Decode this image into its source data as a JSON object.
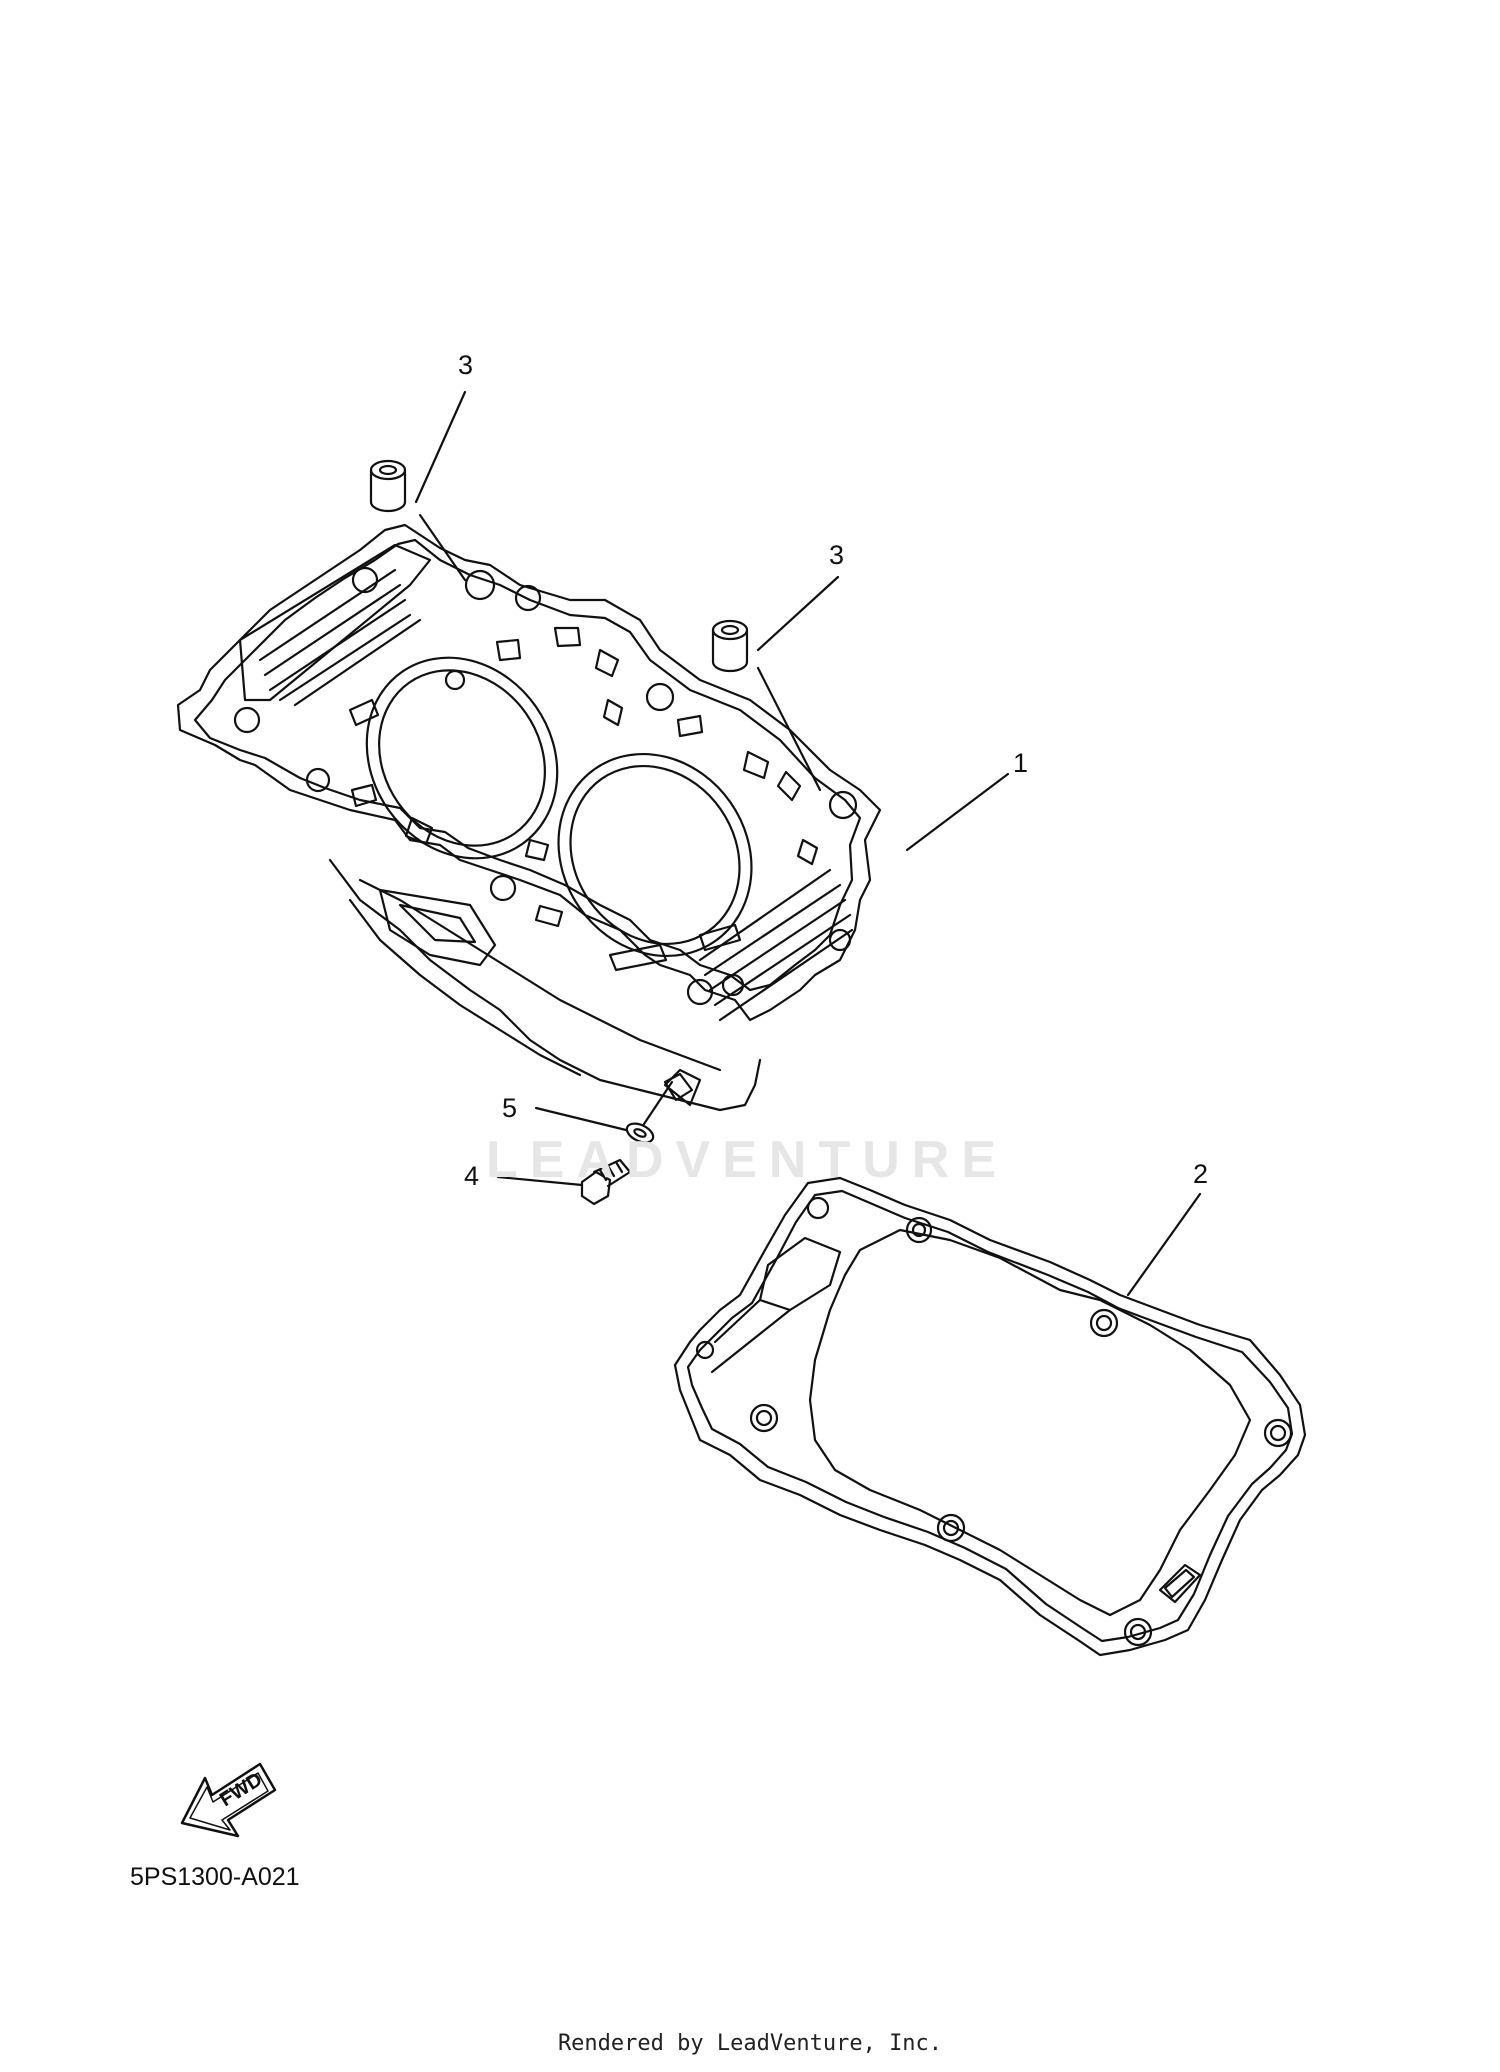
{
  "callouts": {
    "cylinder": "1",
    "gasket": "2",
    "dowel_left": "3",
    "dowel_right": "3",
    "bolt": "4",
    "washer": "5"
  },
  "watermark": "LEADVENTURE",
  "fwd_label": "FWD",
  "drawing_code": "5PS1300-A021",
  "footer": "Rendered by LeadVenture, Inc.",
  "colors": {
    "line": "#111111",
    "watermark": "#e6e6e6"
  },
  "icons": {
    "direction": "forward-arrow-icon"
  }
}
